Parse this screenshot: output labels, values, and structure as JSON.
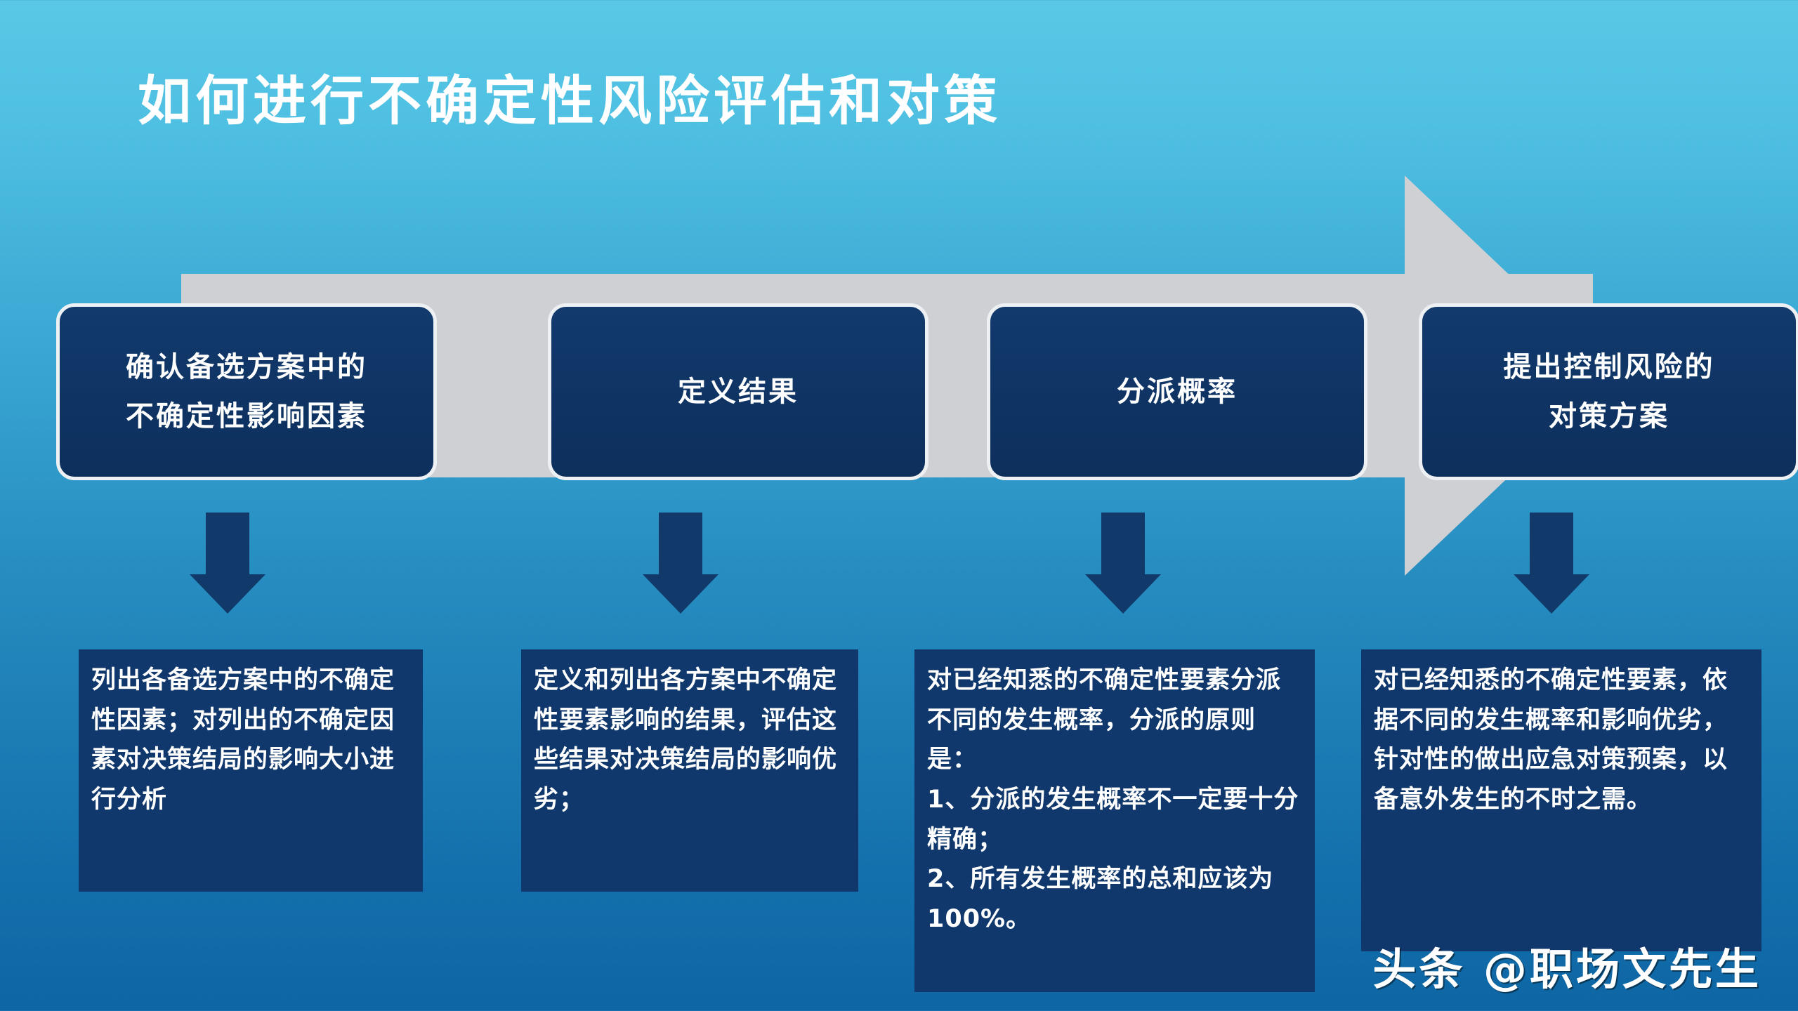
{
  "slide": {
    "title": "如何进行不确定性风险评估和对策",
    "background": {
      "top_color": "#58c8e6",
      "bottom_color": "#0e66a4"
    },
    "accent_colors": {
      "box_fill": "#10386c",
      "box_border": "#eef1f4",
      "band": "#cfd0d4",
      "down_arrow": "#113a6b"
    }
  },
  "process_band": {
    "name": "process-arrow"
  },
  "stages": [
    {
      "lines": [
        "确认备选方案中的",
        "不确定性影响因素"
      ]
    },
    {
      "lines": [
        "定义结果"
      ]
    },
    {
      "lines": [
        "分派概率"
      ]
    },
    {
      "lines": [
        "提出控制风险的",
        "对策方案"
      ]
    }
  ],
  "details": [
    {
      "text": "列出各备选方案中的不确定性因素；对列出的不确定因素对决策结局的影响大小进行分析"
    },
    {
      "text": "定义和列出各方案中不确定性要素影响的结果，评估这些结果对决策结局的影响优劣；"
    },
    {
      "text": "对已经知悉的不确定性要素分派不同的发生概率，分派的原则是：\n1、分派的发生概率不一定要十分精确；\n2、所有发生概率的总和应该为100%。"
    },
    {
      "text": "对已经知悉的不确定性要素，依据不同的发生概率和影响优劣，针对性的做出应急对策预案，以备意外发生的不时之需。"
    }
  ],
  "watermark": {
    "text": "头条 @职场文先生"
  }
}
